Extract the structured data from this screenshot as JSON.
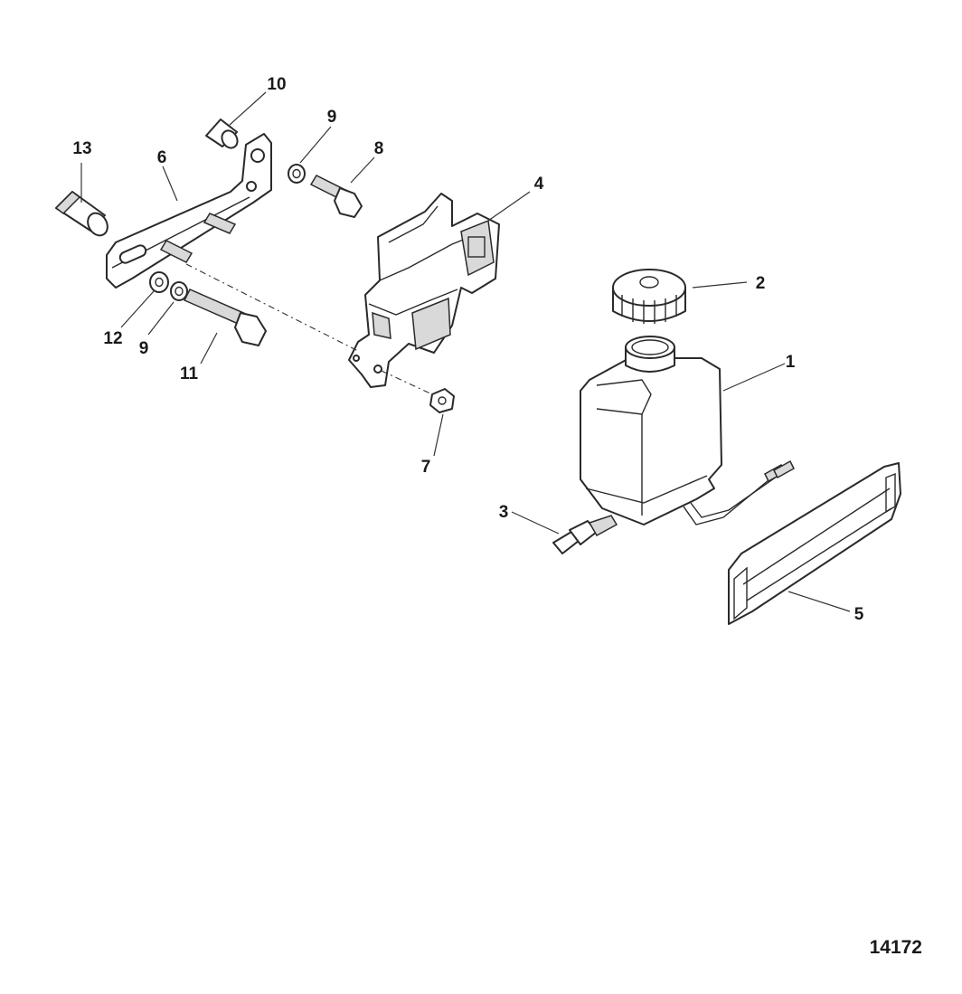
{
  "diagram": {
    "figure_number": "14172",
    "callouts": [
      {
        "id": "1",
        "label": "1"
      },
      {
        "id": "2",
        "label": "2"
      },
      {
        "id": "3",
        "label": "3"
      },
      {
        "id": "4",
        "label": "4"
      },
      {
        "id": "5",
        "label": "5"
      },
      {
        "id": "6",
        "label": "6"
      },
      {
        "id": "7",
        "label": "7"
      },
      {
        "id": "8",
        "label": "8"
      },
      {
        "id": "9a",
        "label": "9"
      },
      {
        "id": "9b",
        "label": "9"
      },
      {
        "id": "10",
        "label": "10"
      },
      {
        "id": "11",
        "label": "11"
      },
      {
        "id": "12",
        "label": "12"
      },
      {
        "id": "13",
        "label": "13"
      }
    ]
  }
}
